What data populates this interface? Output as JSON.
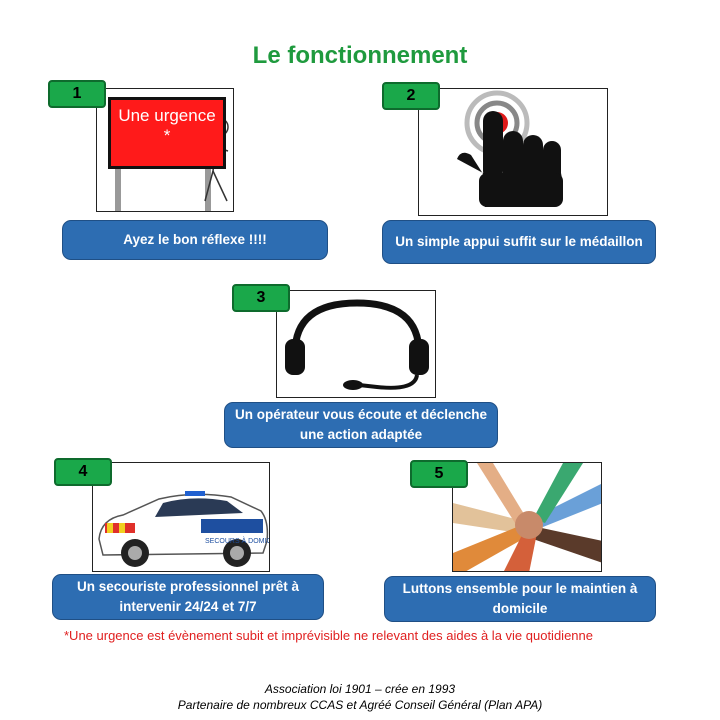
{
  "title": "Le fonctionnement",
  "steps": [
    {
      "number": "1",
      "caption": "Ayez le bon réflexe !!!!",
      "sign_text": "Une urgence\n*"
    },
    {
      "number": "2",
      "caption": "Un simple appui suffit sur le médaillon"
    },
    {
      "number": "3",
      "caption": "Un opérateur vous écoute et déclenche une action adaptée"
    },
    {
      "number": "4",
      "caption": "Un secouriste professionnel prêt à intervenir 24/24 et 7/7",
      "car_text": "SECOURS À DOMICILE"
    },
    {
      "number": "5",
      "caption": "Luttons ensemble pour le maintien à domicile"
    }
  ],
  "footnote": "*Une urgence est évènement subit et imprévisible ne relevant des aides à la vie quotidienne",
  "association_line1": "Association loi 1901 – crée en 1993",
  "association_line2": "Partenaire de nombreux CCAS et Agréé Conseil Général (Plan APA)",
  "colors": {
    "title": "#1f9a3e",
    "badge": "#1aa84a",
    "caption_bg": "#2d6db2",
    "footnote": "#e02020"
  }
}
